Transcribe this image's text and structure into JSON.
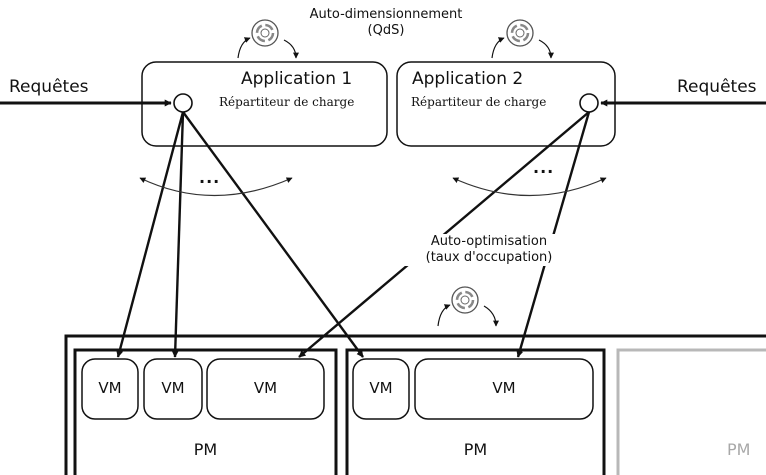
{
  "top_annotation": {
    "line1": "Auto-dimensionnement",
    "line2": "(QdS)"
  },
  "mid_annotation": {
    "line1": "Auto-optimisation",
    "line2": "(taux d'occupation)"
  },
  "requests_left": "Requêtes",
  "requests_right": "Requêtes",
  "apps": [
    {
      "title": "Application 1",
      "subtitle": "Répartiteur de charge"
    },
    {
      "title": "Application 2",
      "subtitle": "Répartiteur de charge"
    }
  ],
  "ellipsis": "...",
  "pms": [
    {
      "label": "PM",
      "vms": [
        "VM",
        "VM",
        "VM"
      ]
    },
    {
      "label": "PM",
      "vms": [
        "VM",
        "VM"
      ]
    },
    {
      "label": "PM",
      "vms": []
    }
  ],
  "colors": {
    "stroke": "#111111",
    "ghost": "#a8a8a8",
    "background": "#ffffff"
  }
}
